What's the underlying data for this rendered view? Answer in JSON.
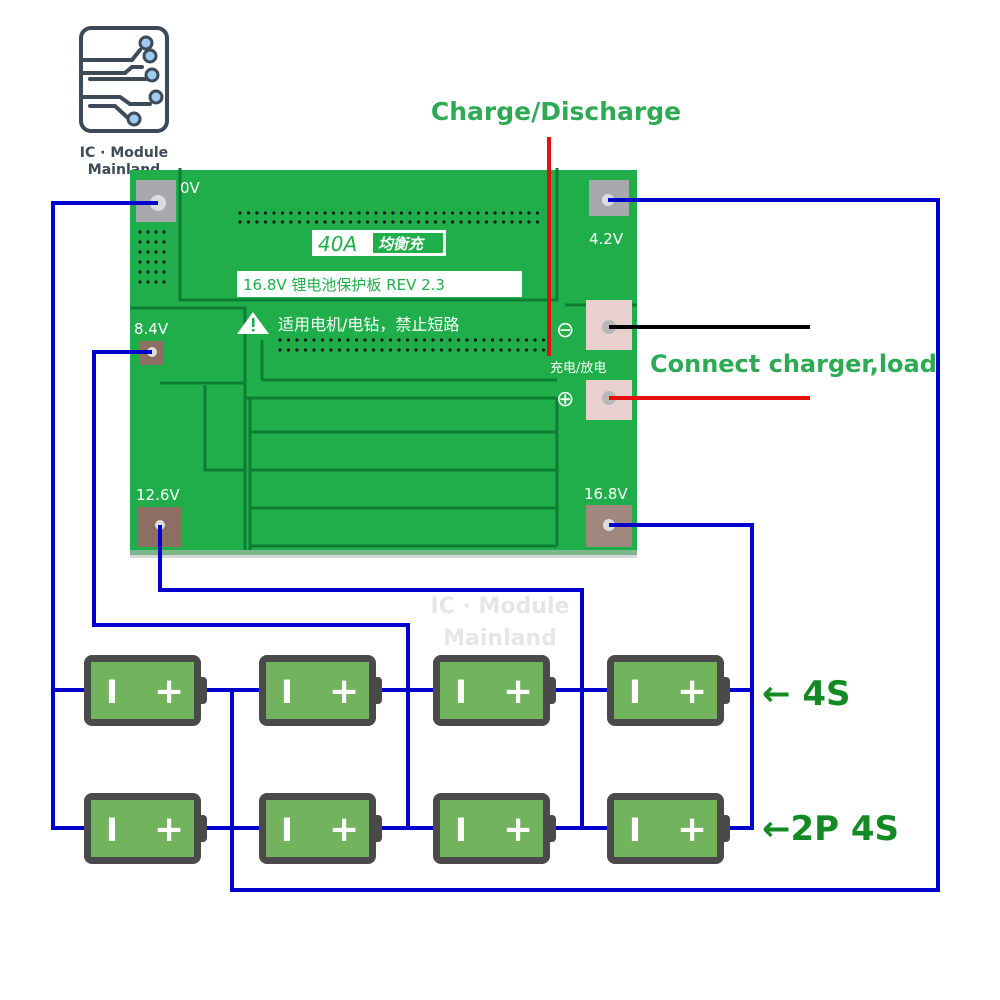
{
  "logo": {
    "line1": "IC · Module",
    "line2": "Mainland"
  },
  "watermark": {
    "line1": "IC · Module",
    "line2": "Mainland"
  },
  "annotations": {
    "charge_discharge": "Charge/Discharge",
    "connect": "Connect charger,load",
    "series_label": "← 4S",
    "parallel_label": "←2P 4S"
  },
  "board": {
    "badge_current": "40A",
    "badge_balance": "均衡充",
    "title": "16.8V 锂电池保护板 REV 2.3",
    "warning": "适用电机/电钻，禁止短路",
    "charge_port_label": "充电/放电",
    "minus_symbol": "⊖",
    "plus_symbol": "⊕",
    "pads": {
      "v0": "0V",
      "v42": "4.2V",
      "v84": "8.4V",
      "v126": "12.6V",
      "v168": "16.8V"
    }
  },
  "battery": {
    "minus": "I",
    "plus": "+"
  },
  "colors": {
    "wire": "#0000cc",
    "pcb": "#1fae4a",
    "pcb_dark": "#0d7d33",
    "battery_fill": "#72b35e",
    "battery_frame": "#4a4a4a",
    "label_green": "#2eaa55",
    "label_dark_green": "#138a23",
    "red": "#e41010",
    "black": "#000000"
  }
}
